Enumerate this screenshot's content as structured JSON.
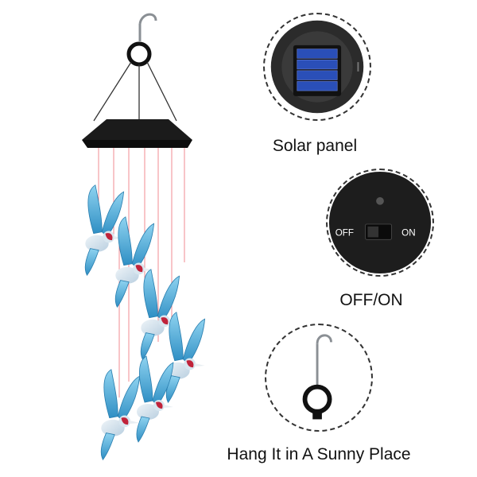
{
  "features": {
    "solar_panel": {
      "caption": "Solar panel"
    },
    "switch": {
      "caption": "OFF/ON",
      "off_label": "OFF",
      "on_label": "ON"
    },
    "hook": {
      "caption": "Hang It in A Sunny Place"
    }
  },
  "colors": {
    "hummingbird_body": "#5fb0d8",
    "hummingbird_throat": "#c0233a",
    "housing": "#1a1a1a",
    "solar_cell": "#1f3a8a"
  }
}
